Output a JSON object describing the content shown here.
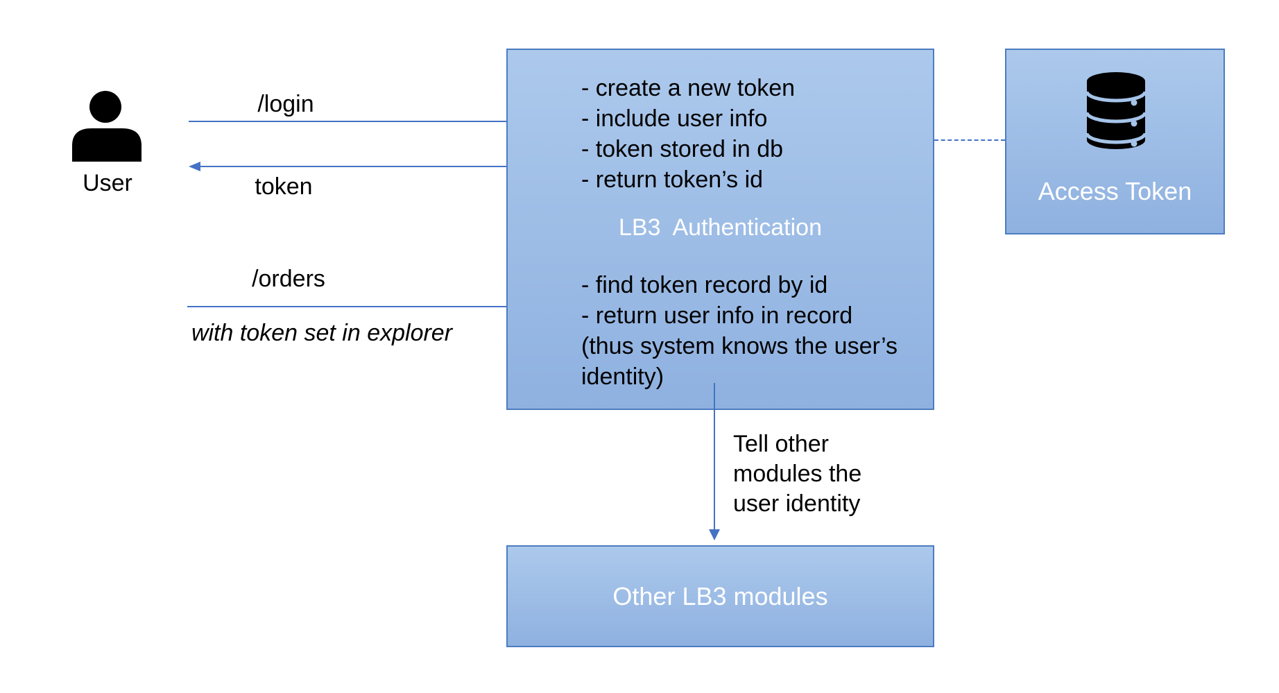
{
  "colors": {
    "box_fill_top": "#ACC9EC",
    "box_fill_bottom": "#8FB1E0",
    "box_border": "#4C7CC0",
    "arrow": "#4472C4",
    "text_dark": "#000000",
    "text_light": "#FFFFFF"
  },
  "user": {
    "icon": "person-icon",
    "label": "User"
  },
  "messages": {
    "login_label": "/login",
    "token_label": "token",
    "orders_label": "/orders",
    "orders_note": "with token set in explorer"
  },
  "auth_box": {
    "title": "LB3  Authentication",
    "login_steps": [
      "- create a new token",
      "- include user info",
      "- token stored in db",
      "- return token’s id"
    ],
    "order_steps": [
      "- find token record by id",
      "- return user info in record",
      "(thus system knows the user’s",
      "identity)"
    ]
  },
  "token_store": {
    "icon": "database-icon",
    "label": "Access Token"
  },
  "connector_note": "Tell other modules the user identity",
  "modules_box": {
    "label": "Other LB3 modules"
  }
}
